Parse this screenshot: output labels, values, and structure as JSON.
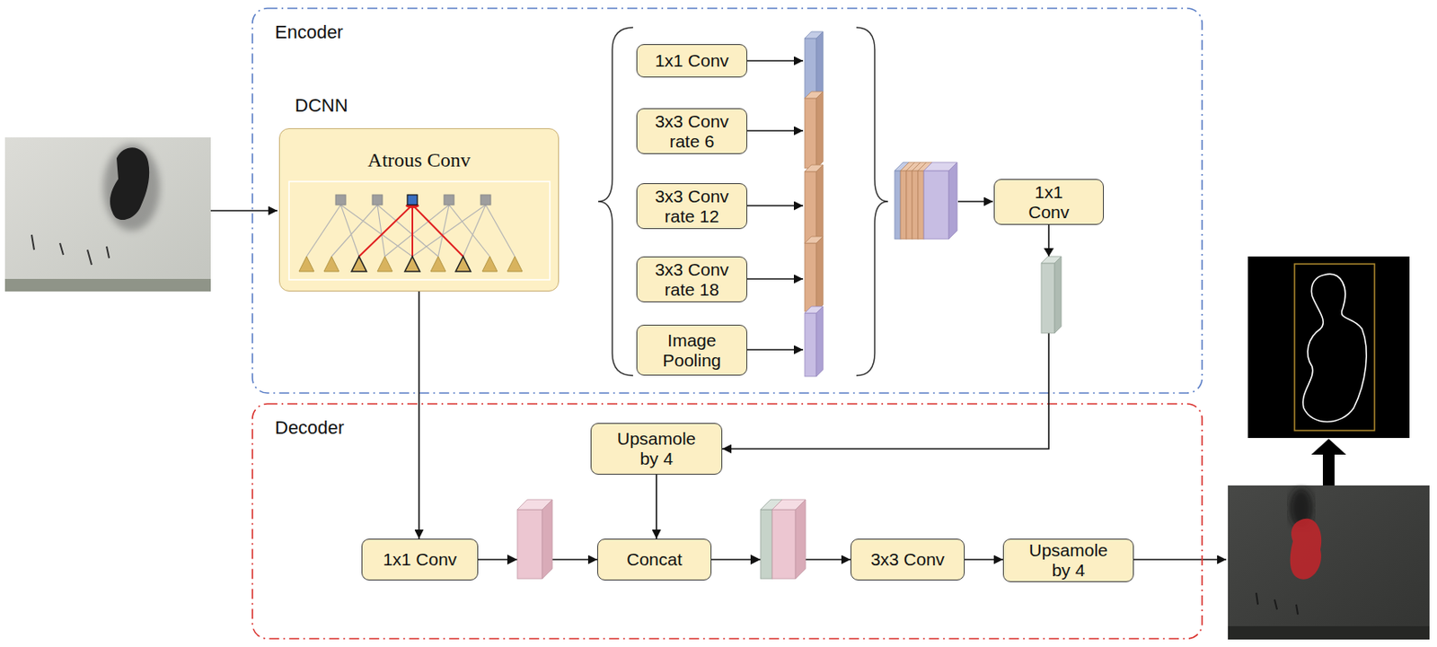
{
  "diagram": {
    "nodes": [
      {
        "text": [
          "Encoder"
        ]
      },
      {
        "text": [
          "DCNN",
          "Atrous Conv"
        ],
        "in": 0
      },
      {
        "text": [
          "1x1 Conv"
        ],
        "in": 0
      },
      {
        "text": [
          "3x3 Conv rate 6"
        ],
        "in": 0
      },
      {
        "text": [
          "3x3 Conv rate 12"
        ],
        "in": 0
      },
      {
        "text": [
          "3x3 Conv rate 18"
        ],
        "in": 0
      },
      {
        "text": [
          "Image Pooling"
        ],
        "in": 0
      },
      {
        "text": [
          "1x1 Conv"
        ],
        "in": 0
      },
      {
        "text": [
          "Decoder"
        ]
      },
      {
        "text": [
          "Upsamole by 4"
        ],
        "in": 8
      },
      {
        "text": [
          "1x1 Conv"
        ],
        "in": 8
      },
      {
        "text": [
          "Concat"
        ],
        "in": 8
      },
      {
        "text": [
          "3x3 Conv"
        ],
        "in": 8
      },
      {
        "text": [
          "Upsamole by 4"
        ],
        "in": 8
      }
    ],
    "edges": [
      {
        "from": 1,
        "to": 10,
        "arrow": "to"
      },
      {
        "from": 7,
        "to": 9,
        "arrow": "to"
      },
      {
        "from": 9,
        "to": 11,
        "arrow": "to"
      },
      {
        "from": 10,
        "to": 11,
        "arrow": "to"
      },
      {
        "from": 11,
        "to": 12,
        "arrow": "to"
      },
      {
        "from": 12,
        "to": 13,
        "arrow": "to"
      }
    ]
  }
}
